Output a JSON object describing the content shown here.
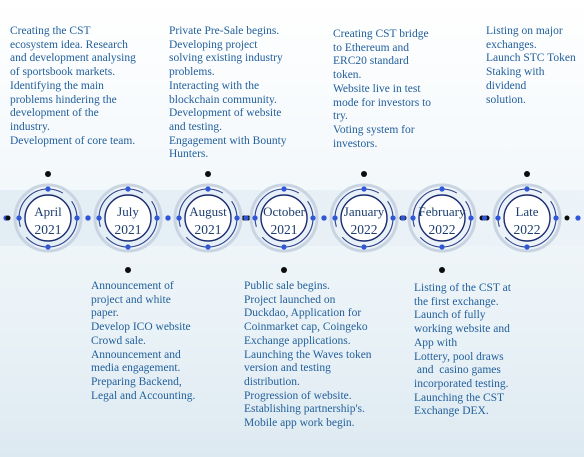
{
  "milestones": [
    {
      "label1": "April",
      "label2": "2021",
      "position": "top",
      "items": [
        "Creating the CST",
        "ecosystem idea. Research",
        "and development analysing",
        "of sportsbook markets.",
        "Identifying the main",
        "problems hindering the",
        "development of the",
        "industry.",
        "Development of core team."
      ]
    },
    {
      "label1": "July",
      "label2": "2021",
      "position": "bottom",
      "items": [
        "Announcement of",
        "project and white",
        "paper.",
        "Develop ICO website",
        "Crowd sale.",
        "Announcement and",
        "media engagement.",
        "Preparing Backend,",
        "Legal and Accounting."
      ]
    },
    {
      "label1": "August",
      "label2": "2021",
      "position": "top",
      "items": [
        "Private Pre-Sale begins.",
        "Developing project",
        "solving existing industry",
        "problems.",
        "Interacting with the",
        "blockchain community.",
        "Development of website",
        "and testing.",
        "Engagement with Bounty",
        "Hunters."
      ]
    },
    {
      "label1": "October",
      "label2": "2021",
      "position": "bottom",
      "items": [
        "Public sale begins.",
        "Project launched on",
        "Duckdao, Application for",
        "Coinmarket cap, Coingeko",
        "Exchange applications.",
        "Launching the Waves token",
        "version and testing",
        "distribution.",
        "Progression of website.",
        "Establishing partnership's.",
        "Mobile app work begin."
      ]
    },
    {
      "label1": "January",
      "label2": "2022",
      "position": "top",
      "items": [
        "Creating CST bridge",
        "to Ethereum and",
        "ERC20 standard",
        "token.",
        "Website live in test",
        "mode for investors to",
        "try.",
        "Voting system for",
        "investors."
      ]
    },
    {
      "label1": "February",
      "label2": "2022",
      "position": "bottom",
      "items": [
        "Listing of the CST at",
        "the first exchange.",
        "Launch of fully",
        "working website and",
        "App with",
        "Lottery, pool draws",
        " and  casino games",
        "incorporated testing.",
        "Launching the CST",
        "Exchange DEX."
      ]
    },
    {
      "label1": "Late",
      "label2": "2022",
      "position": "top",
      "items": [
        "Listing on major",
        "exchanges.",
        "Launch STC Token",
        "Staking with dividend",
        "solution."
      ]
    }
  ],
  "colors": {
    "ring_outer": "#c9d4e2",
    "ring_mid": "#2d3f8c",
    "ring_inner": "#1a2a70",
    "dot_blue": "#2f57d8",
    "dot_black": "#0d0d0d",
    "text": "#23609c"
  }
}
